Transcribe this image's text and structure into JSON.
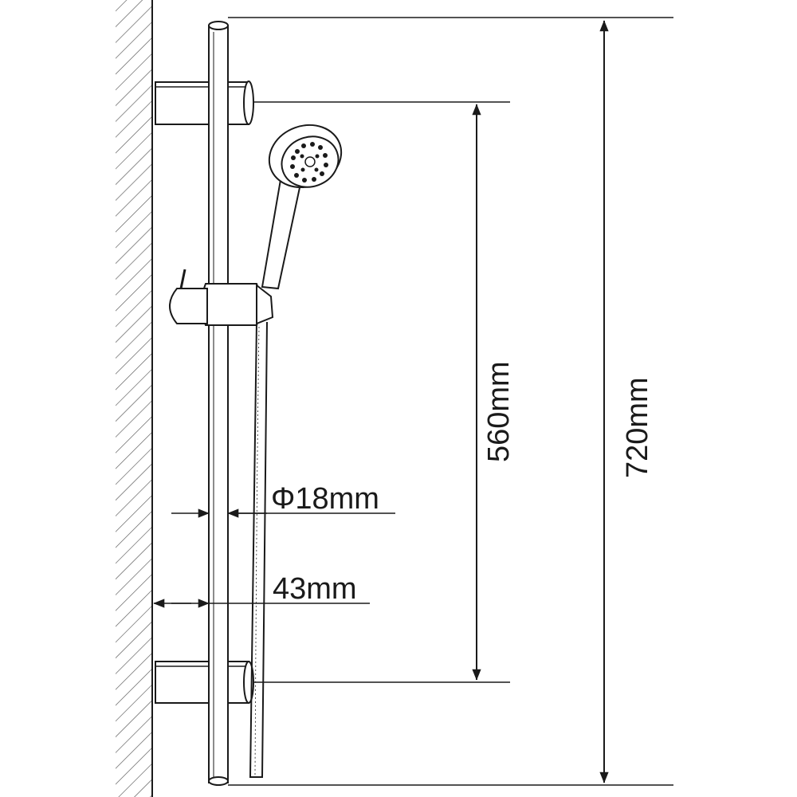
{
  "dimensions": {
    "total_height": "720mm",
    "bracket_spacing": "560mm",
    "rail_diameter": "Φ18mm",
    "wall_offset": "43mm"
  },
  "colors": {
    "line": "#1a1a1a",
    "background": "#ffffff"
  }
}
